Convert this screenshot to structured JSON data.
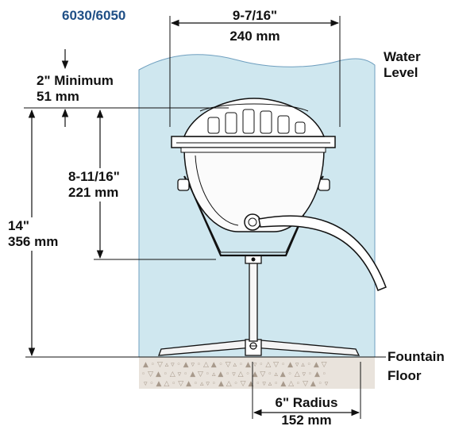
{
  "model_label": "6030/6050",
  "dimensions": {
    "width_in": "9-7/16\"",
    "width_mm": "240 mm",
    "min_depth_in": "2\" Minimum",
    "min_depth_mm": "51 mm",
    "fixture_height_in": "8-11/16\"",
    "fixture_height_mm": "221 mm",
    "total_height_in": "14\"",
    "total_height_mm": "356 mm",
    "radius_in": "6\" Radius",
    "radius_mm": "152 mm"
  },
  "labels": {
    "water_level_1": "Water",
    "water_level_2": "Level",
    "fountain_floor_1": "Fountain",
    "fountain_floor_2": "Floor"
  },
  "colors": {
    "water": "#cfe7ef",
    "water_edge": "#6f9fbf",
    "floor": "#e9e3dc",
    "model_text": "#1f4f86"
  }
}
